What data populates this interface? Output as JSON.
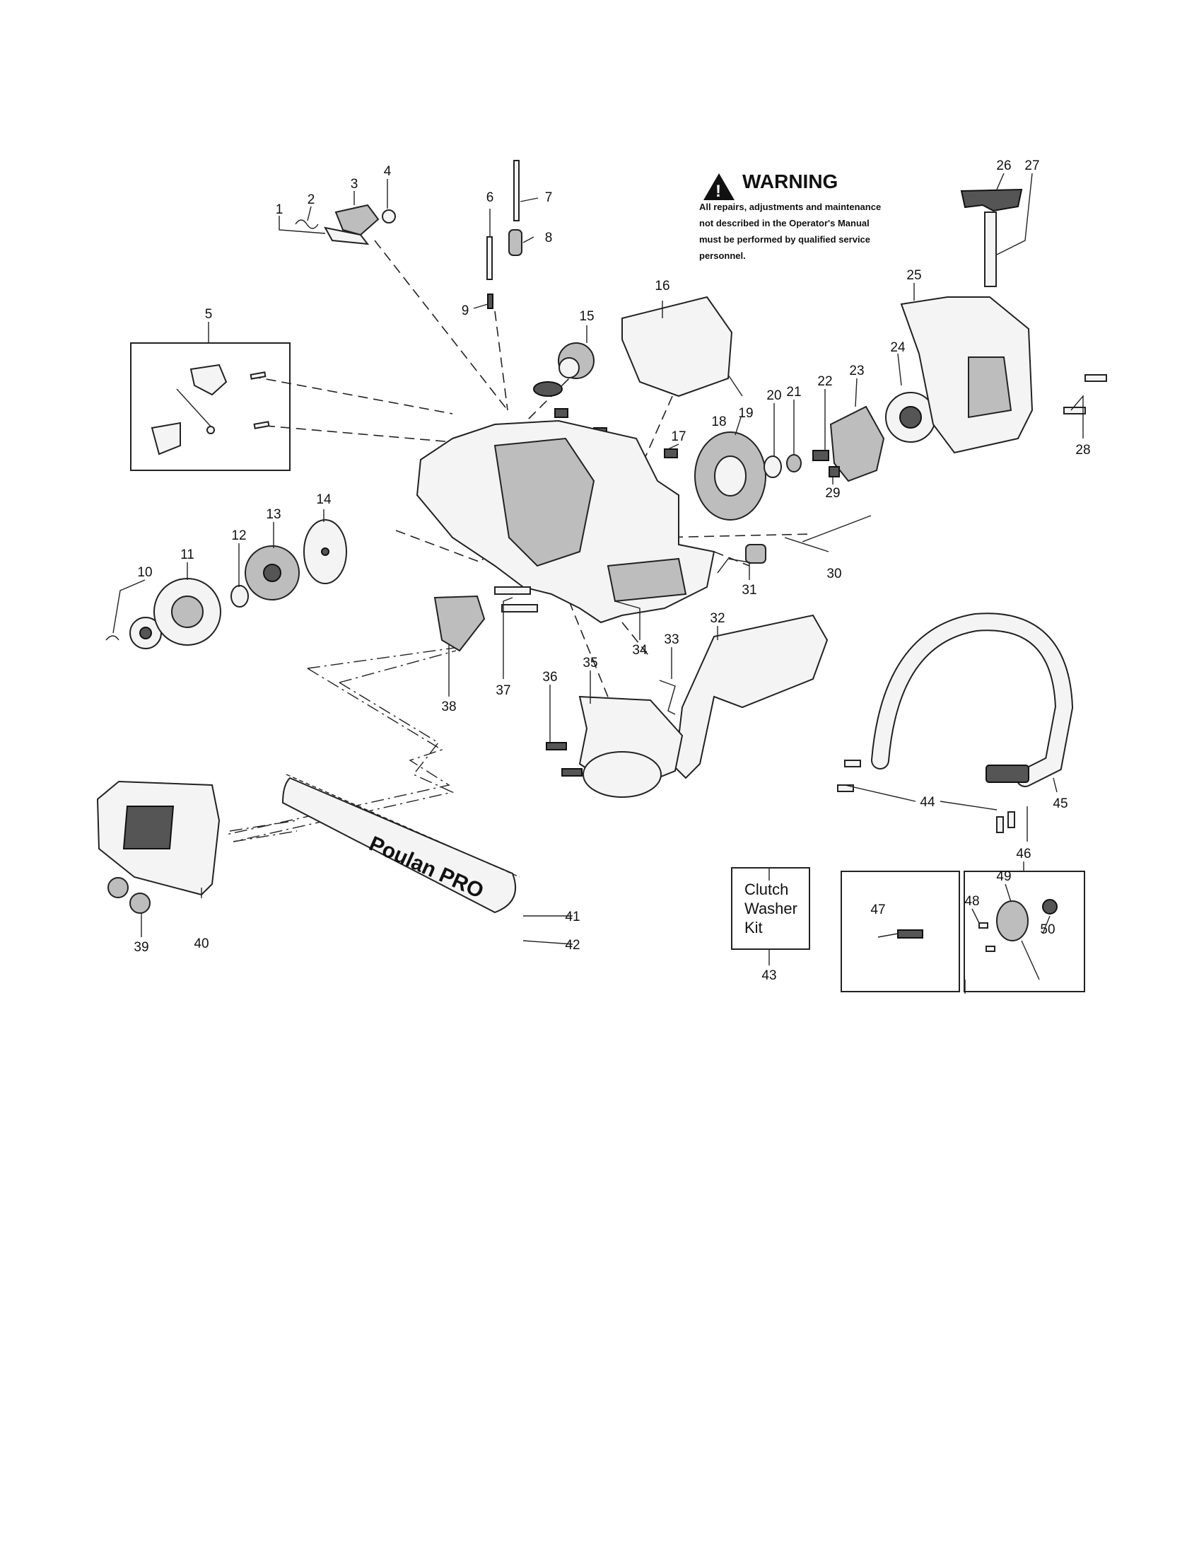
{
  "warning": {
    "title": "WARNING",
    "lines": [
      "All repairs, adjustments and maintenance",
      "not described in the Operator's Manual",
      "must be performed by qualified  service",
      "personnel."
    ]
  },
  "kit": {
    "lines": [
      "Clutch",
      "Washer",
      "Kit"
    ]
  },
  "bar_brand": "Poulan PRO",
  "callouts": {
    "1": "1",
    "2": "2",
    "3": "3",
    "4": "4",
    "5": "5",
    "6": "6",
    "7": "7",
    "8": "8",
    "9": "9",
    "10": "10",
    "11": "11",
    "12": "12",
    "13": "13",
    "14": "14",
    "15": "15",
    "16": "16",
    "17": "17",
    "18": "18",
    "19": "19",
    "20": "20",
    "21": "21",
    "22": "22",
    "23": "23",
    "24": "24",
    "25": "25",
    "26": "26",
    "27": "27",
    "28": "28",
    "29": "29",
    "30": "30",
    "31": "31",
    "32": "32",
    "33": "33",
    "34": "34",
    "35": "35",
    "36": "36",
    "37": "37",
    "38": "38",
    "39": "39",
    "40": "40",
    "41": "41",
    "42": "42",
    "43": "43",
    "44": "44",
    "45": "45",
    "46": "46",
    "47": "47",
    "48": "48",
    "49": "49",
    "50": "50"
  }
}
